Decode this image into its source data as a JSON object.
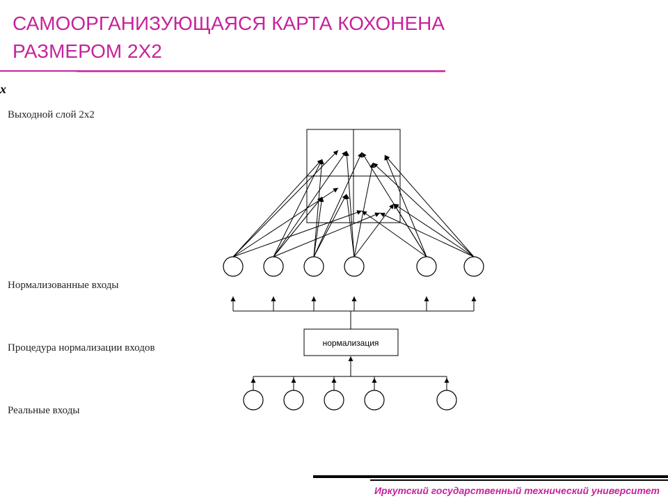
{
  "slide": {
    "title_line1": "САМООРГАНИЗУЮЩАЯСЯ КАРТА КОХОНЕНА",
    "title_line2": "РАЗМЕРОМ 2Х2",
    "symbol_label": "x",
    "labels": {
      "output_layer": "Выходной слой 2х2",
      "normalized_inputs": "Нормализованные входы",
      "normalization_procedure": "Процедура нормализации входов",
      "real_inputs": "Реальные входы"
    },
    "normalization_box": "нормализация",
    "footer": "Иркутский государственный технический университет",
    "accent_color": "#c6239a"
  }
}
